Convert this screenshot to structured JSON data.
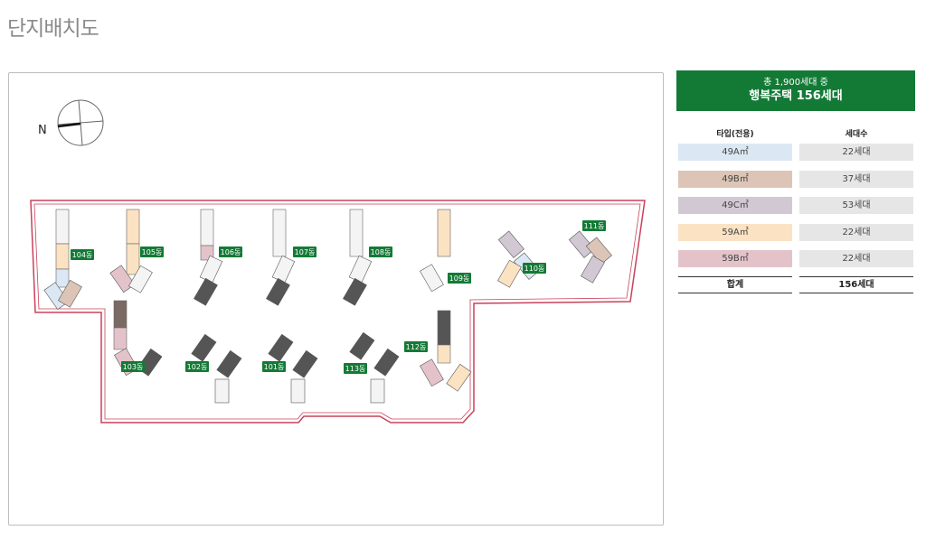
{
  "page_title": "단지배치도",
  "compass": {
    "north_label": "N"
  },
  "summary": {
    "line1": "총 1,900세대 중",
    "line2": "행복주택 156세대"
  },
  "table": {
    "headers": [
      "타입(전용)",
      "세대수"
    ],
    "rows": [
      {
        "type": "49A㎡",
        "units": "22세대",
        "color": "#dbe8f4"
      },
      {
        "type": "49B㎡",
        "units": "37세대",
        "color": "#dcc5b6"
      },
      {
        "type": "49C㎡",
        "units": "53세대",
        "color": "#d2c8d4"
      },
      {
        "type": "59A㎡",
        "units": "22세대",
        "color": "#fbe2c2"
      },
      {
        "type": "59B㎡",
        "units": "22세대",
        "color": "#e3c3c9"
      }
    ],
    "total": {
      "label": "합계",
      "units": "156세대"
    }
  },
  "buildings": [
    "104동",
    "105동",
    "106동",
    "107동",
    "108동",
    "109동",
    "110동",
    "111동",
    "103동",
    "102동",
    "101동",
    "113동",
    "112동"
  ],
  "colors": {
    "brand_green": "#137a36",
    "boundary": "#c8425a"
  }
}
